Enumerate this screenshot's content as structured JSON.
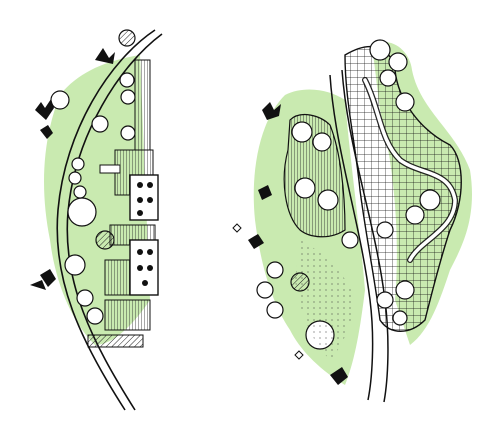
{
  "colors": {
    "background": "#ffffff",
    "lawn": "#c9eab0",
    "ink": "#111111",
    "hatch": "#555555",
    "paving": "#ffffff"
  },
  "plans": [
    {
      "name": "left-plan",
      "elements": [
        "curved-path",
        "lawn",
        "tree-canopies",
        "terraced-buildings",
        "paved-courts"
      ]
    },
    {
      "name": "right-plan",
      "elements": [
        "curved-path",
        "lawn",
        "tree-canopies",
        "gridded-plaza",
        "hatched-pond"
      ]
    }
  ]
}
